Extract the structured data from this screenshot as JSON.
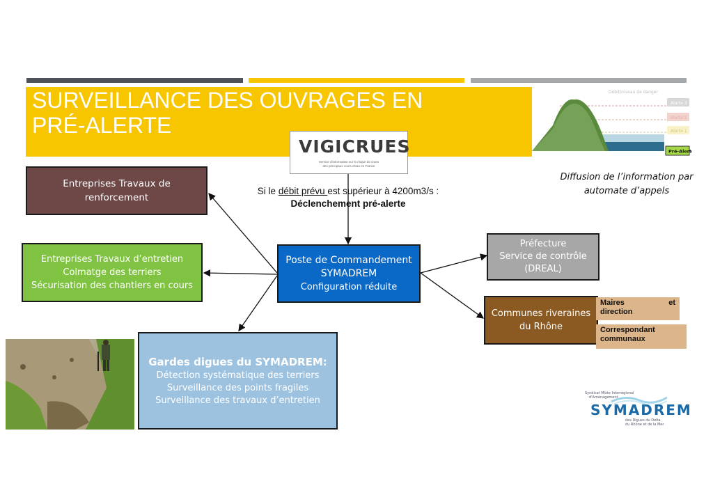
{
  "slide": {
    "title_line1": "SURVEILLANCE DES OUVRAGES EN",
    "title_line2": "PRÉ-ALERTE"
  },
  "vigicrues": {
    "logo": "VIGICRUES",
    "caption_line1": "Service d'information sur le risque de crues",
    "caption_line2": "des principaux cours d'eau en France"
  },
  "trigger": {
    "prefix": "Si le ",
    "underlined": "débit prévu ",
    "suffix": "est supérieur à 4200m3/s :",
    "action": "Déclenchement pré-alerte"
  },
  "diffusion": {
    "line1": "Diffusion de l’information par",
    "line2": "automate d’appels"
  },
  "alert_graphic": {
    "heading": "Débit/niveau de danger",
    "levels": [
      "Alerte 3",
      "Alerte 2",
      "Alerte 1",
      "Pré-Alerte"
    ]
  },
  "boxes": {
    "renforcement": {
      "line1": "Entreprises Travaux de",
      "line2": "renforcement"
    },
    "entretien": {
      "line1": "Entreprises Travaux d’entretien",
      "line2": "Colmatge des terriers",
      "line3": "Sécurisation des chantiers en cours"
    },
    "poste": {
      "line1": "Poste de Commandement",
      "line2": "SYMADREM",
      "line3": "Configuration réduite"
    },
    "prefecture": {
      "line1": "Préfecture",
      "line2": "Service de contrôle",
      "line3": "(DREAL)"
    },
    "communes": {
      "line1": "Communes riveraines",
      "line2": "du Rhône"
    },
    "gardes": {
      "line1": "Gardes digues du SYMADREM:",
      "line2": "Détection systématique des terriers",
      "line3": "Surveillance des points fragiles",
      "line4": "Surveillance des travaux d’entretien"
    }
  },
  "mini_labels": {
    "maires_a": "Maires",
    "maires_b": "et",
    "maires_c": "direction",
    "correspondant_a": "Correspondant",
    "correspondant_b": "communaux"
  },
  "symadrem_logo": {
    "top_line1": "Syndicat Mixte Interrégional",
    "top_line2": "d'Aménagement",
    "name": "SYMADREM",
    "bottom_line1": "des Digues du Delta",
    "bottom_line2": "du Rhône et de la Mer"
  },
  "colors": {
    "gold": "#f7c600",
    "dark_gray": "#4d5358",
    "light_gray": "#a5a8ab",
    "renforcement": "#6e4747",
    "entretien": "#80c342",
    "poste": "#0a68c6",
    "prefecture": "#a7a7a7",
    "communes": "#8a5a22",
    "gardes": "#9cc2df",
    "mini": "#ddb58a"
  },
  "icons": {
    "arrows": "arrow-icon"
  }
}
